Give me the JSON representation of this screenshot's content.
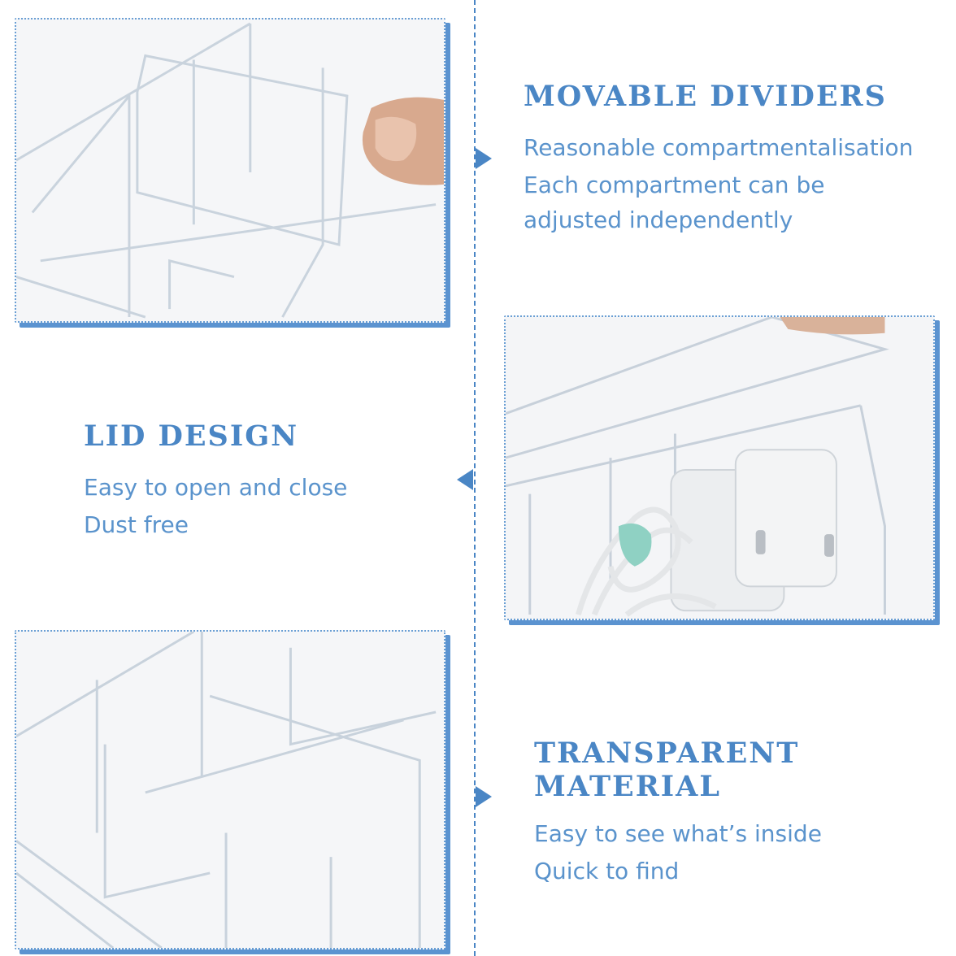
{
  "features": [
    {
      "title": "MOVABLE DIVIDERS",
      "lines": [
        "Reasonable compartmentalisation",
        "Each compartment can be",
        "adjusted independently"
      ]
    },
    {
      "title": "LID DESIGN",
      "lines": [
        "Easy to open and close",
        "Dust free"
      ]
    },
    {
      "title_line1": "TRANSPARENT",
      "title_line2": "MATERIAL",
      "lines": [
        "Easy to see what’s inside",
        "Quick to find"
      ]
    }
  ],
  "colors": {
    "accent": "#4a86c5",
    "text": "#5a93cc",
    "frame_shadow": "#5b93d0",
    "background": "#ffffff"
  },
  "icons": [
    "arrow-right-icon",
    "arrow-left-icon"
  ]
}
